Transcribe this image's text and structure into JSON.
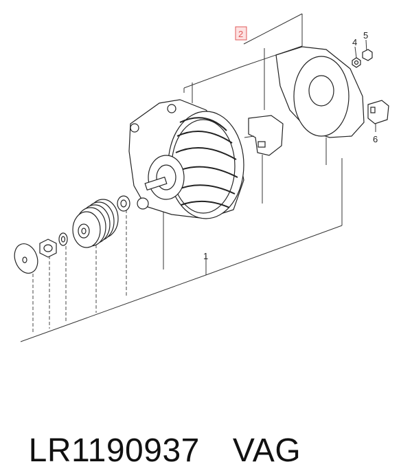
{
  "diagram": {
    "callouts": {
      "c1": "1",
      "c2": "2",
      "c4": "4",
      "c5": "5",
      "c6": "6"
    }
  },
  "caption": {
    "part_number": "LR1190937",
    "brand": "VAG"
  }
}
